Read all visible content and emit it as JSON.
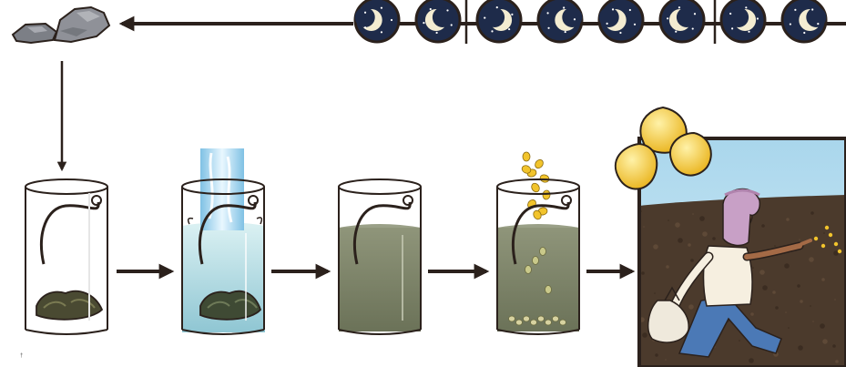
{
  "diagram": {
    "steps": [
      {
        "id": "stones",
        "icon": "stones-icon"
      },
      {
        "id": "bucket-soil",
        "icon": "bucket-with-soil-icon"
      },
      {
        "id": "bucket-water",
        "icon": "bucket-water-pouring-icon"
      },
      {
        "id": "bucket-muddy",
        "icon": "bucket-muddy-water-icon"
      },
      {
        "id": "bucket-seeds",
        "icon": "bucket-seeds-icon"
      },
      {
        "id": "farmer-sowing",
        "icon": "farmer-sowing-seeds-icon"
      }
    ],
    "moon_phases_count": 8,
    "colors": {
      "ink": "#2b211c",
      "night": "#1e2b4a",
      "moon": "#f3ecd1",
      "water": "#b9dfe6",
      "muddy": "#7d8468",
      "soil": "#4b3a2c",
      "seed": "#f2c42c",
      "sky": "#bfe0ef"
    }
  },
  "margin_mark": "†"
}
